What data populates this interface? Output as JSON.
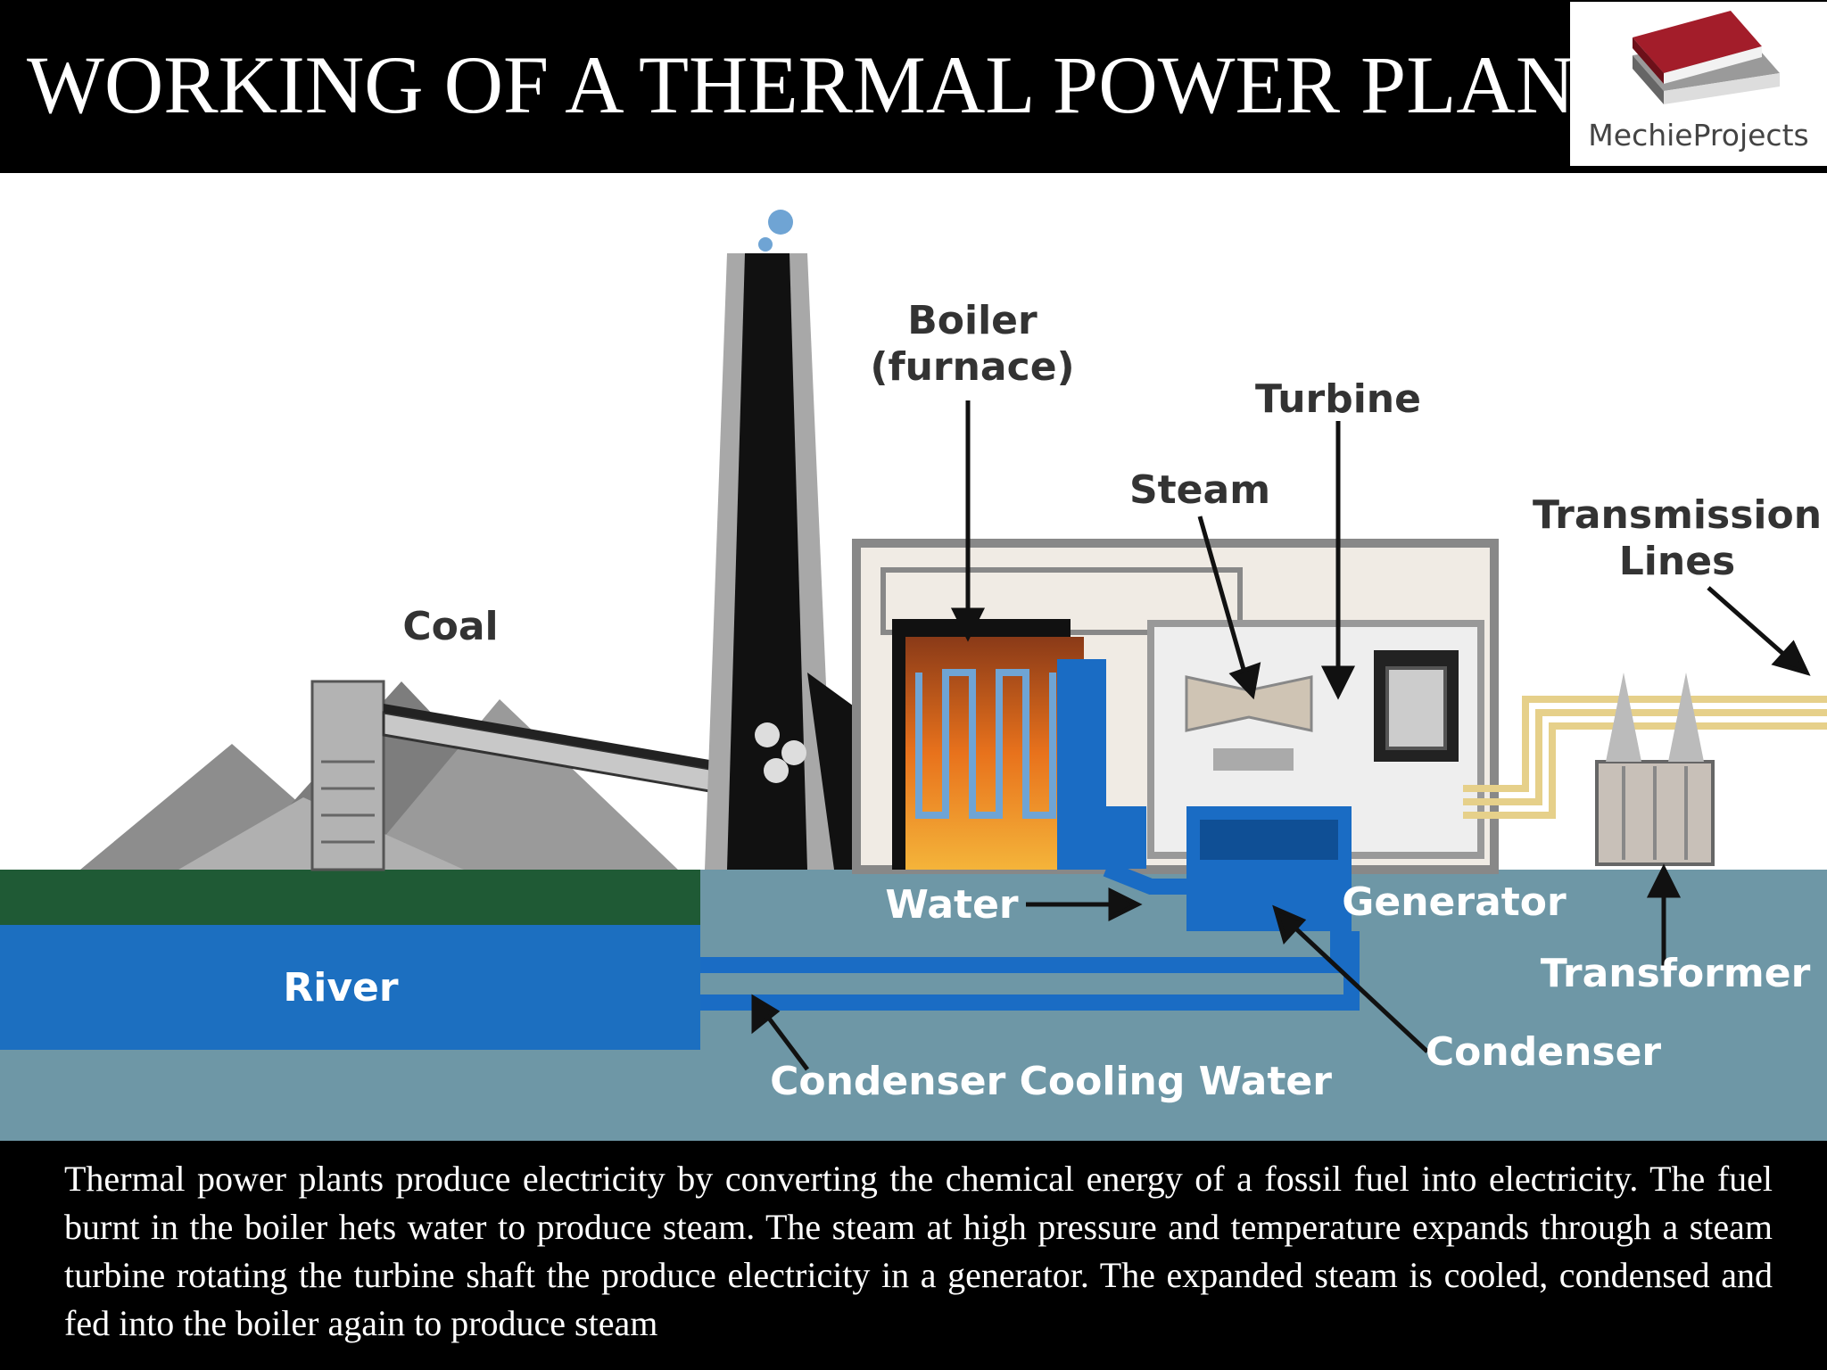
{
  "header": {
    "title": "WORKING OF A THERMAL POWER PLANT",
    "logo_text": "MechieProjects"
  },
  "diagram": {
    "labels": {
      "boiler_line1": "Boiler",
      "boiler_line2": "(furnace)",
      "turbine": "Turbine",
      "steam": "Steam",
      "transmission_line1": "Transmission",
      "transmission_line2": "Lines",
      "coal": "Coal",
      "water": "Water",
      "generator": "Generator",
      "river": "River",
      "transformer": "Transformer",
      "condenser": "Condenser",
      "condenser_cooling_water": "Condenser Cooling Water"
    },
    "colors": {
      "river_blue": "#1c6fc0",
      "ground_green": "#1f5a35",
      "water_teal": "#6e97a6",
      "pipe_blue": "#1a6cc4",
      "transmission_yellow": "#e6d08a"
    }
  },
  "description": "Thermal power plants produce electricity by converting the chemical energy of a fossil fuel into electricity. The fuel burnt in the boiler hets water to produce steam. The steam at high pressure and temperature expands through a steam turbine rotating the turbine shaft the produce electricity in a generator. The expanded steam is cooled, condensed and fed into the boiler again to produce steam"
}
